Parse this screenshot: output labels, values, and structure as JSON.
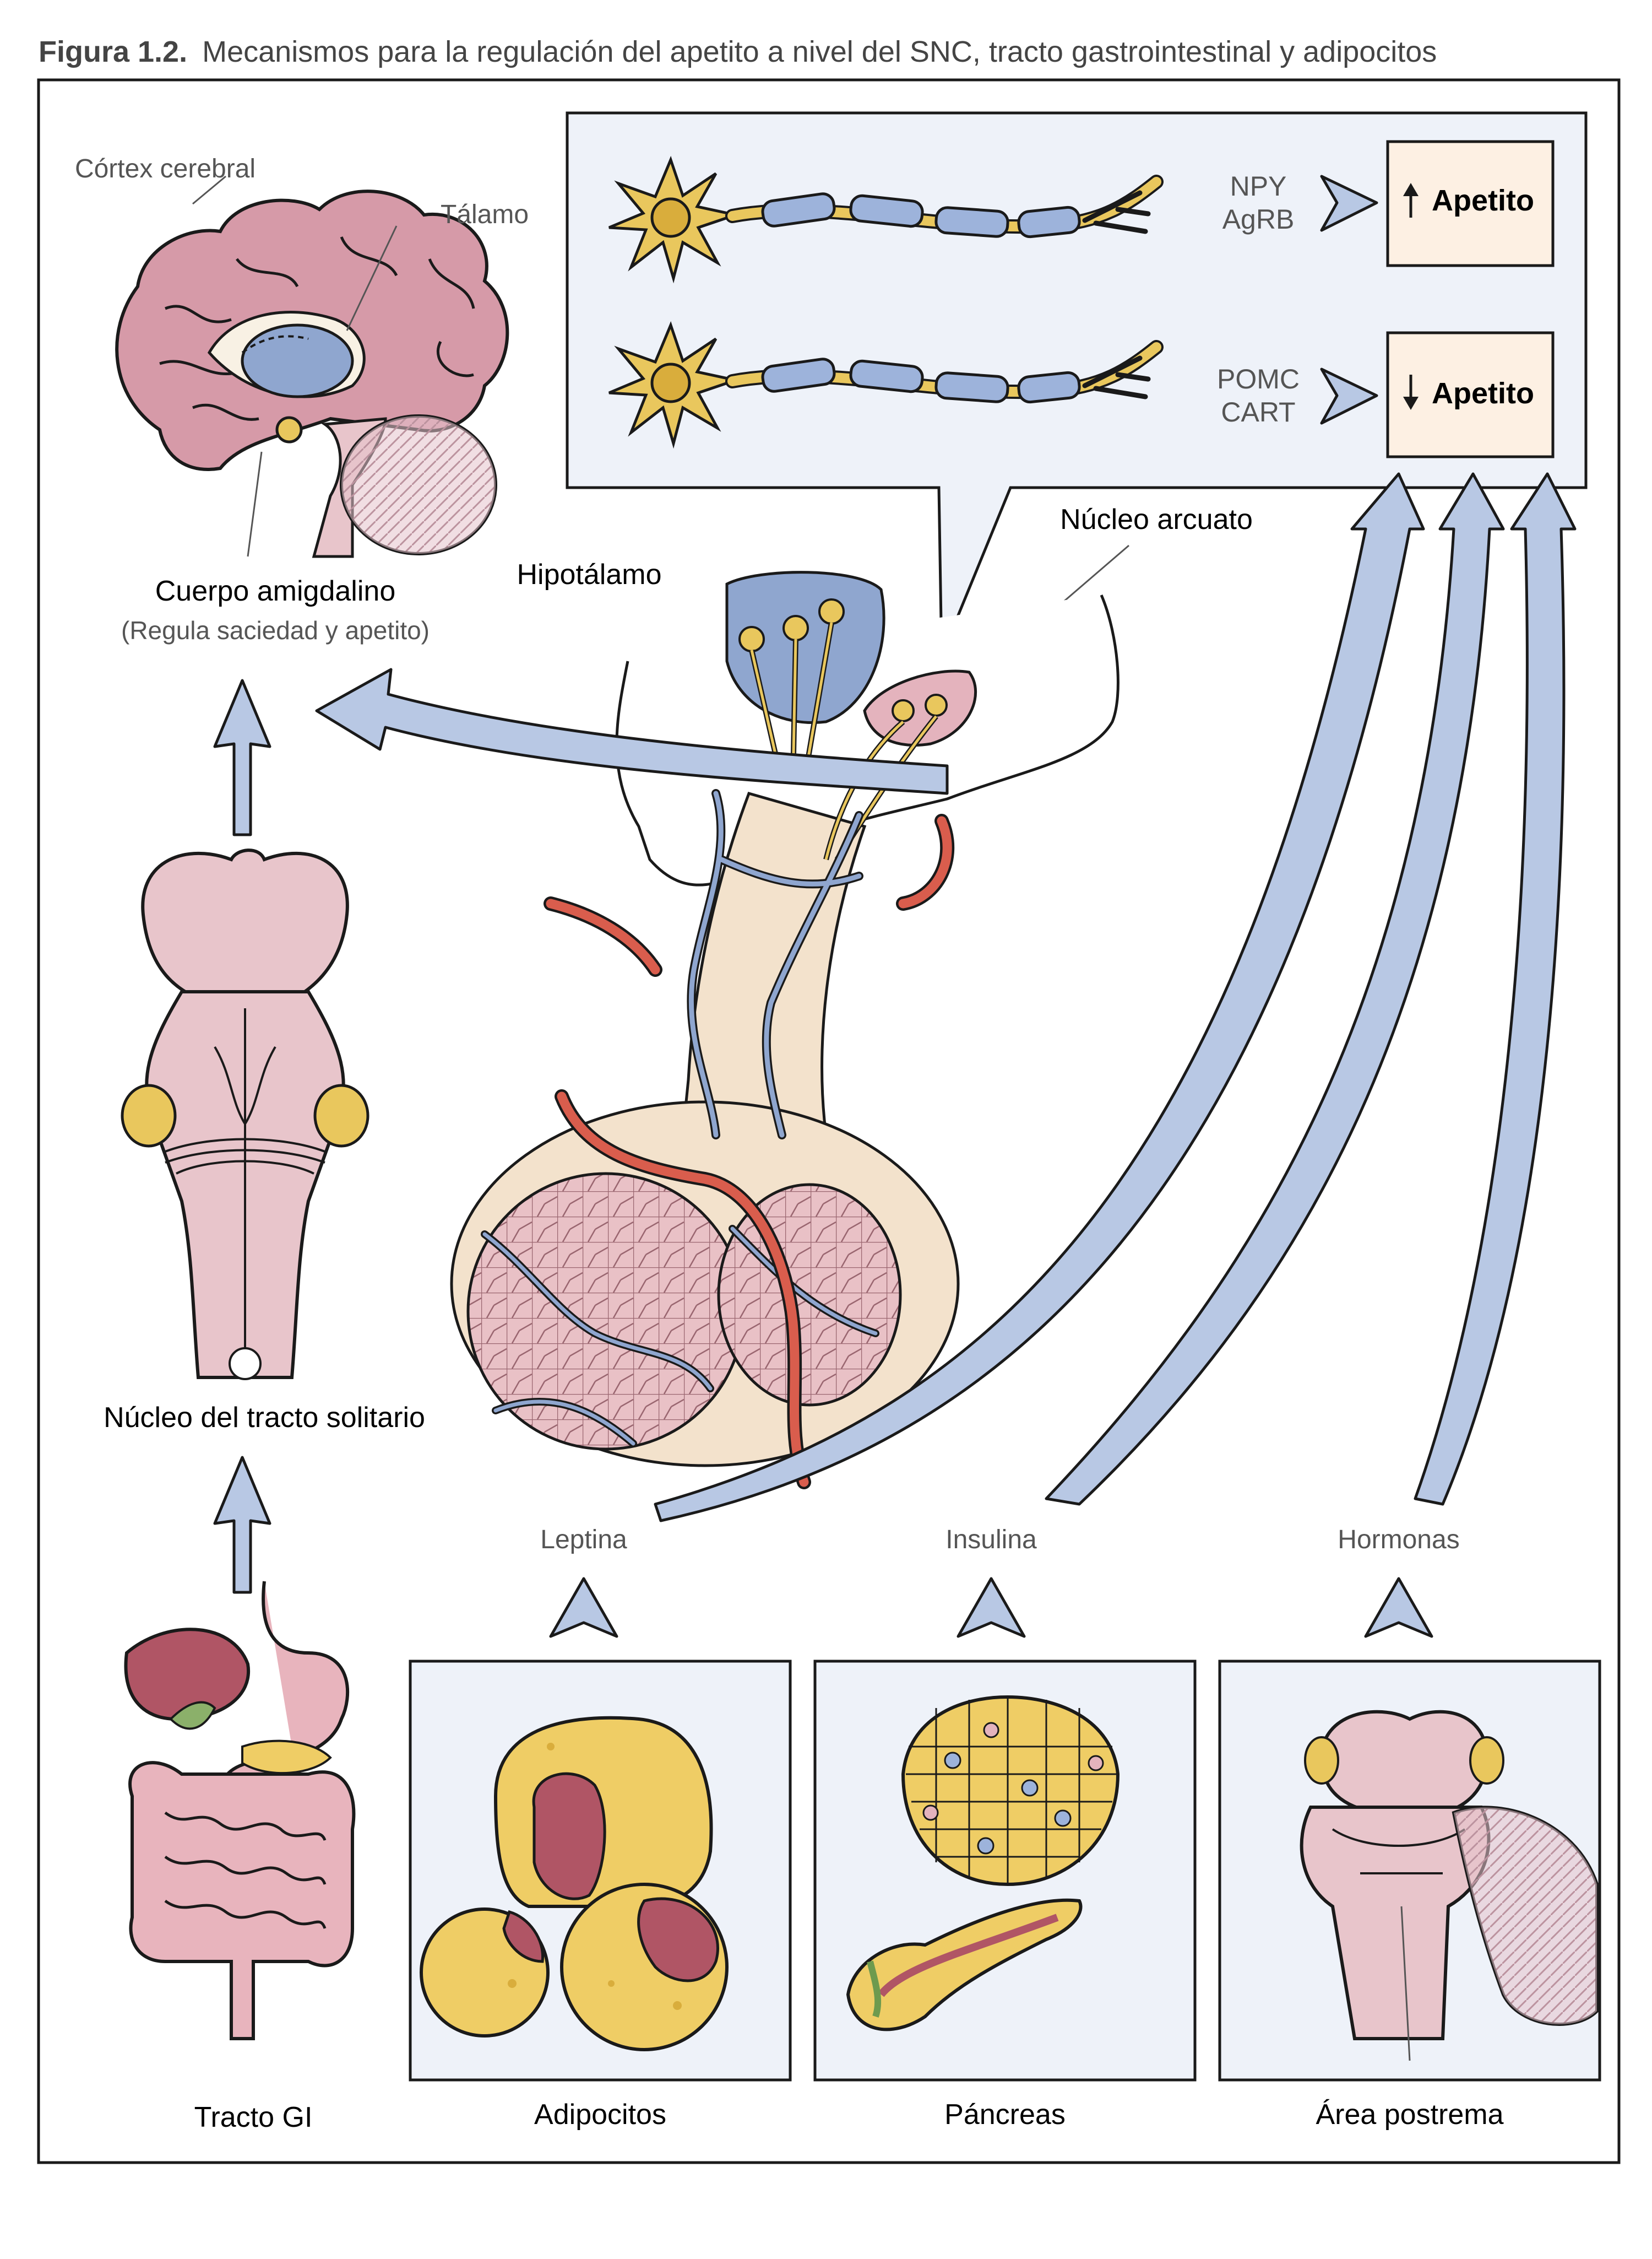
{
  "figure": {
    "number": "Figura 1.2.",
    "caption": "Mecanismos para la regulación del apetito a nivel del SNC, tracto gastrointestinal y adipocitos"
  },
  "brain": {
    "cortex": "Córtex cerebral",
    "thalamus": "Tálamo",
    "amygdala": "Cuerpo amigdalino",
    "amygdala_note": "(Regula saciedad y apetito)"
  },
  "hypothalamus": {
    "label": "Hipotálamo",
    "arcuate": "Núcleo arcuato"
  },
  "neurons": {
    "upper_peptide_1": "NPY",
    "upper_peptide_2": "AgRB",
    "upper_effect": "Apetito",
    "upper_direction": "up",
    "lower_peptide_1": "POMC",
    "lower_peptide_2": "CART",
    "lower_effect": "Apetito",
    "lower_direction": "down"
  },
  "brainstem": {
    "label": "Núcleo del tracto solitario"
  },
  "gi": {
    "label": "Tracto GI"
  },
  "signals": {
    "leptin": "Leptina",
    "insulin": "Insulina",
    "hormones": "Hormonas"
  },
  "panels": {
    "adipocytes": "Adipocitos",
    "pancreas": "Páncreas",
    "area_postrema": "Área postrema"
  },
  "colors": {
    "frame": "#1a1a1a",
    "arrow_fill": "#b8c8e4",
    "arrow_stroke": "#2a2a2a",
    "panel_bg": "#eef2f9",
    "appetite_box": "#fdf0e3",
    "neuron_yellow": "#e9c75d",
    "myelin_blue": "#9db3db",
    "brain_pink": "#d69aa8",
    "pituitary_cream": "#f3e2cc",
    "portal_blue": "#8fa6cf",
    "artery_red": "#d95d4d",
    "fat_yellow": "#efcd65",
    "nucleus_red": "#b05565",
    "label_gray": "#555555"
  }
}
